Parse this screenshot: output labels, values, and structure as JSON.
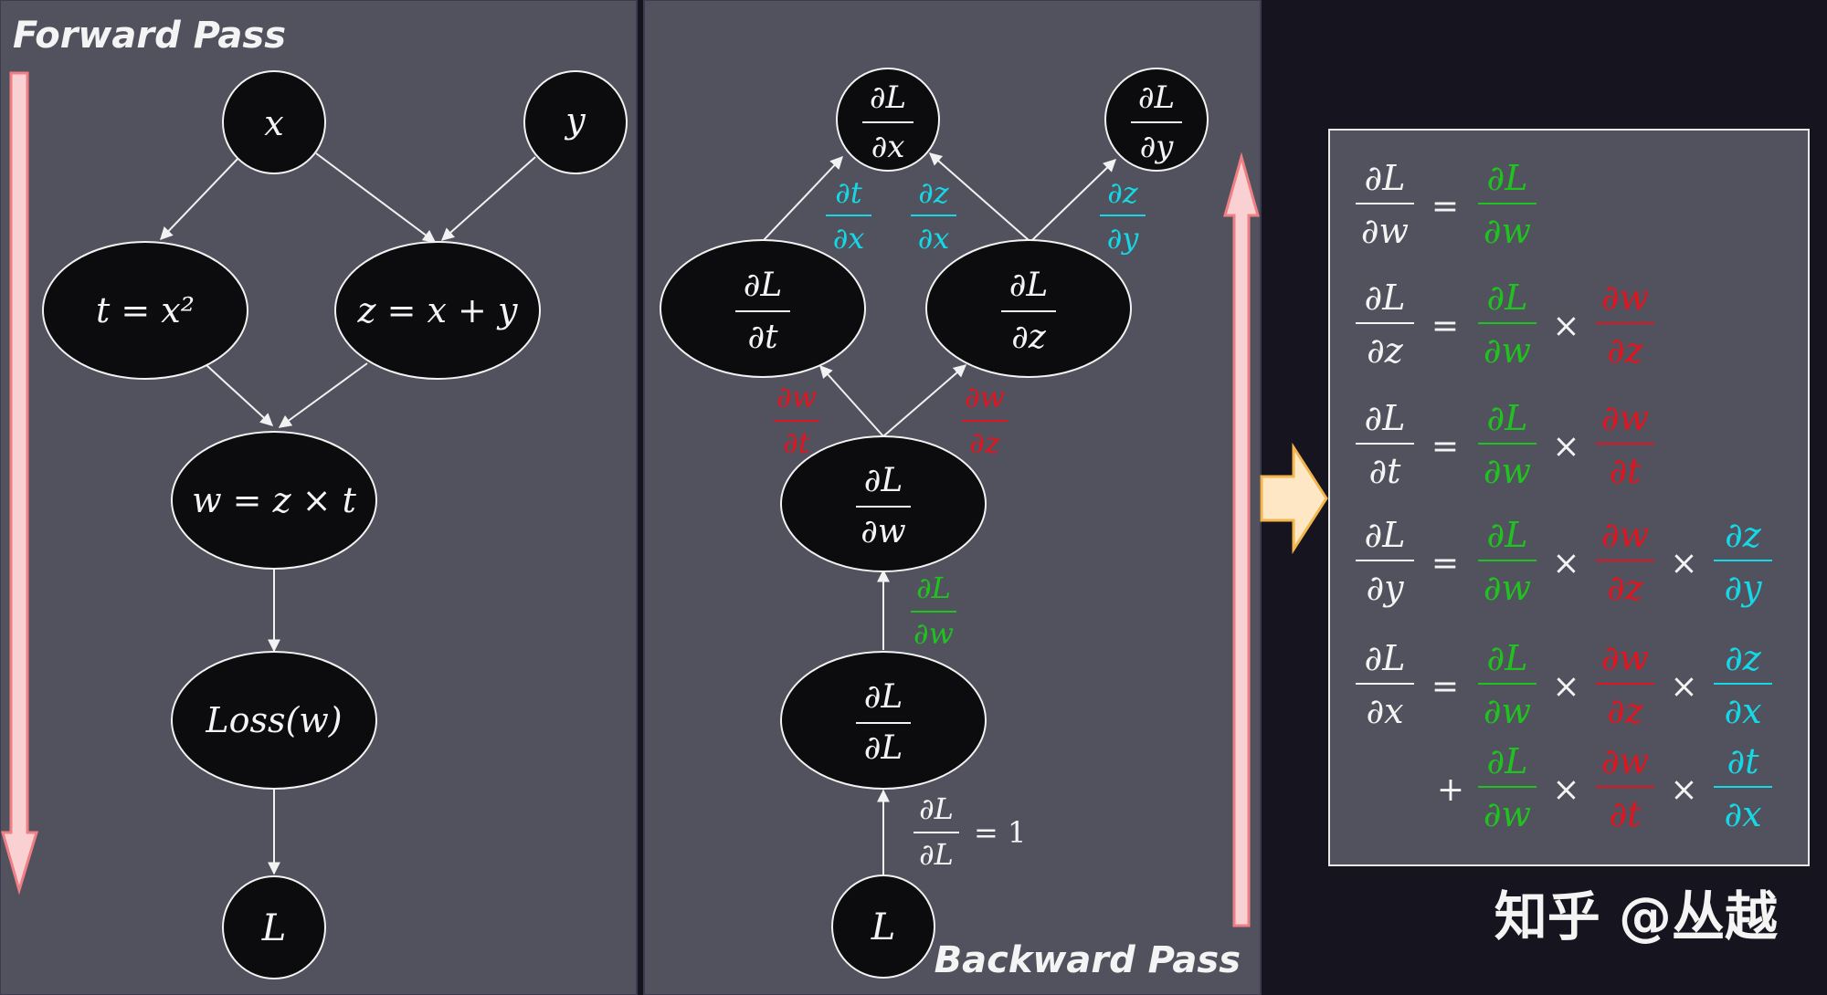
{
  "colors": {
    "panel_bg": "#52525e",
    "page_bg": "#16151f",
    "node_fill": "#0c0c0e",
    "node_stroke": "#f2f2f2",
    "text": "#f4f4f4",
    "green": "#1fc21f",
    "red": "#e0141e",
    "cyan": "#16d7e6",
    "pink_arrow_fill": "#fad1d3",
    "pink_arrow_stroke": "#ef7f85",
    "orange_arrow_fill": "#fde7c5",
    "orange_arrow_stroke": "#f2b64c"
  },
  "forward": {
    "title": "Forward Pass",
    "nodes": {
      "x": "x",
      "y": "y",
      "t": "t = x²",
      "z": "z = x + y",
      "w": "w = z × t",
      "loss": "Loss(w)",
      "L": "L"
    }
  },
  "backward": {
    "title": "Backward Pass",
    "nodes": {
      "dLdx": {
        "num": "∂L",
        "den": "∂x"
      },
      "dLdy": {
        "num": "∂L",
        "den": "∂y"
      },
      "dLdt": {
        "num": "∂L",
        "den": "∂t"
      },
      "dLdz": {
        "num": "∂L",
        "den": "∂z"
      },
      "dLdw": {
        "num": "∂L",
        "den": "∂w"
      },
      "dLdL": {
        "num": "∂L",
        "den": "∂L"
      },
      "L": "L"
    },
    "edges": {
      "dtdx": {
        "num": "∂t",
        "den": "∂x"
      },
      "dzdx": {
        "num": "∂z",
        "den": "∂x"
      },
      "dzdy": {
        "num": "∂z",
        "den": "∂y"
      },
      "dwdt": {
        "num": "∂w",
        "den": "∂t"
      },
      "dwdz": {
        "num": "∂w",
        "den": "∂z"
      },
      "dLdw": {
        "num": "∂L",
        "den": "∂w"
      },
      "seed": {
        "num": "∂L",
        "den": "∂L",
        "rhs": "= 1"
      }
    }
  },
  "equations": {
    "eq": "=",
    "times": "×",
    "plus": "+",
    "row1": {
      "lhs": {
        "num": "∂L",
        "den": "∂w"
      },
      "terms": [
        {
          "num": "∂L",
          "den": "∂w"
        }
      ]
    },
    "row2": {
      "lhs": {
        "num": "∂L",
        "den": "∂z"
      },
      "terms": [
        {
          "num": "∂L",
          "den": "∂w"
        },
        {
          "num": "∂w",
          "den": "∂z"
        }
      ]
    },
    "row3": {
      "lhs": {
        "num": "∂L",
        "den": "∂t"
      },
      "terms": [
        {
          "num": "∂L",
          "den": "∂w"
        },
        {
          "num": "∂w",
          "den": "∂t"
        }
      ]
    },
    "row4": {
      "lhs": {
        "num": "∂L",
        "den": "∂y"
      },
      "terms": [
        {
          "num": "∂L",
          "den": "∂w"
        },
        {
          "num": "∂w",
          "den": "∂z"
        },
        {
          "num": "∂z",
          "den": "∂y"
        }
      ]
    },
    "row5": {
      "lhs": {
        "num": "∂L",
        "den": "∂x"
      },
      "terms": [
        {
          "num": "∂L",
          "den": "∂w"
        },
        {
          "num": "∂w",
          "den": "∂z"
        },
        {
          "num": "∂z",
          "den": "∂x"
        }
      ]
    },
    "row6": {
      "terms": [
        {
          "num": "∂L",
          "den": "∂w"
        },
        {
          "num": "∂w",
          "den": "∂t"
        },
        {
          "num": "∂t",
          "den": "∂x"
        }
      ]
    }
  },
  "watermark": "知乎 @丛越"
}
